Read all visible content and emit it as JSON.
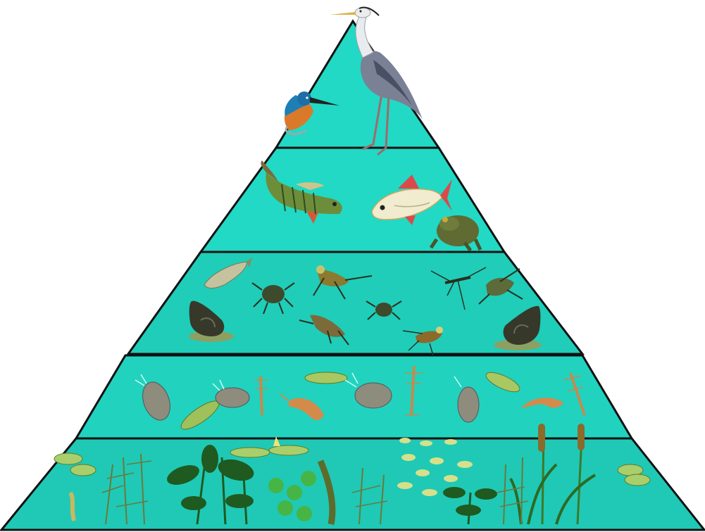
{
  "diagram": {
    "type": "aquatic-food-pyramid",
    "text": "",
    "colors": {
      "level_fill": "#21d9c5",
      "level_fill_alt": "#1fc7b4",
      "outline": "#111111",
      "background": "#ffffff"
    },
    "levels": [
      {
        "id": "level-5",
        "organisms": [
          "grey-heron",
          "kingfisher"
        ]
      },
      {
        "id": "level-4",
        "organisms": [
          "perch",
          "rudd",
          "toad"
        ]
      },
      {
        "id": "level-3",
        "organisms": [
          "small-fish",
          "pond-snail",
          "diving-beetle-larva",
          "water-boatman",
          "water-strider",
          "backswimmer",
          "water-mite",
          "pond-snail"
        ]
      },
      {
        "id": "level-2",
        "organisms": [
          "water-flea",
          "cyclops",
          "mosquito-larva",
          "freshwater-shrimp",
          "euglena",
          "water-flea",
          "mosquito-larva",
          "water-flea",
          "euglena",
          "freshwater-shrimp",
          "mosquito-larva"
        ]
      },
      {
        "id": "level-1",
        "organisms": [
          "water-lily-pads",
          "hornwort",
          "arrowhead",
          "water-lily",
          "frogbit",
          "pondweed",
          "duckweed",
          "water-plantain",
          "bulrush",
          "lily-pads"
        ]
      }
    ]
  }
}
